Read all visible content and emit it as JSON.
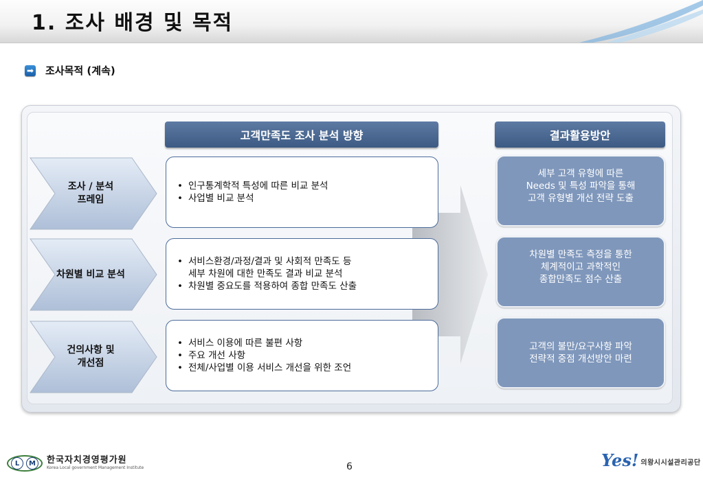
{
  "header": {
    "title": "1. 조사 배경 및 목적"
  },
  "subhead": {
    "label": "조사목적 (계속)",
    "icon": "arrow-right-icon"
  },
  "columns": {
    "middle_header": "고객만족도 조사 분석 방향",
    "right_header": "결과활용방안"
  },
  "rows": [
    {
      "category": [
        "조사 / 분석",
        "프레임"
      ],
      "analysis": [
        "인구통계학적 특성에 따른 비교 분석",
        "사업별 비교 분석"
      ],
      "usage": [
        "세부 고객 유형에 따른",
        "Needs 및 특성 파악을 통해",
        "고객 유형별 개선 전략 도출"
      ]
    },
    {
      "category": [
        "차원별 비교 분석"
      ],
      "analysis": [
        "서비스환경/과정/결과 및 사회적 만족도 등",
        "세부 차원에 대한 만족도 결과 비교 분석",
        "차원별 중요도를 적용하여 종합 만족도 산출"
      ],
      "usage": [
        "차원별 만족도 측정을 통한",
        "체계적이고 과학적인",
        "종합만족도 점수 산출"
      ]
    },
    {
      "category": [
        "건의사항 및",
        "개선점"
      ],
      "analysis": [
        "서비스 이용에 따른 불편 사항",
        "주요 개선 사항",
        "전체/사업별 이용 서비스 개선을 위한 조언"
      ],
      "usage": [
        "고객의 불만/요구사항 파악",
        "전략적 중점 개선방안 마련"
      ]
    }
  ],
  "footer": {
    "page_number": "6",
    "left_logo_letters": [
      "L",
      "M"
    ],
    "left_org_name": "한국자치경영평가원",
    "left_org_english": "Korea Local government Management Institute",
    "right_logo_mark": "Yes!",
    "right_org_name": "의왕시시설관리공단"
  },
  "colors": {
    "header_fill": "#4a6a94",
    "usage_box_fill": "#7f97bb",
    "chevron_fill": "#c9d6e8"
  }
}
